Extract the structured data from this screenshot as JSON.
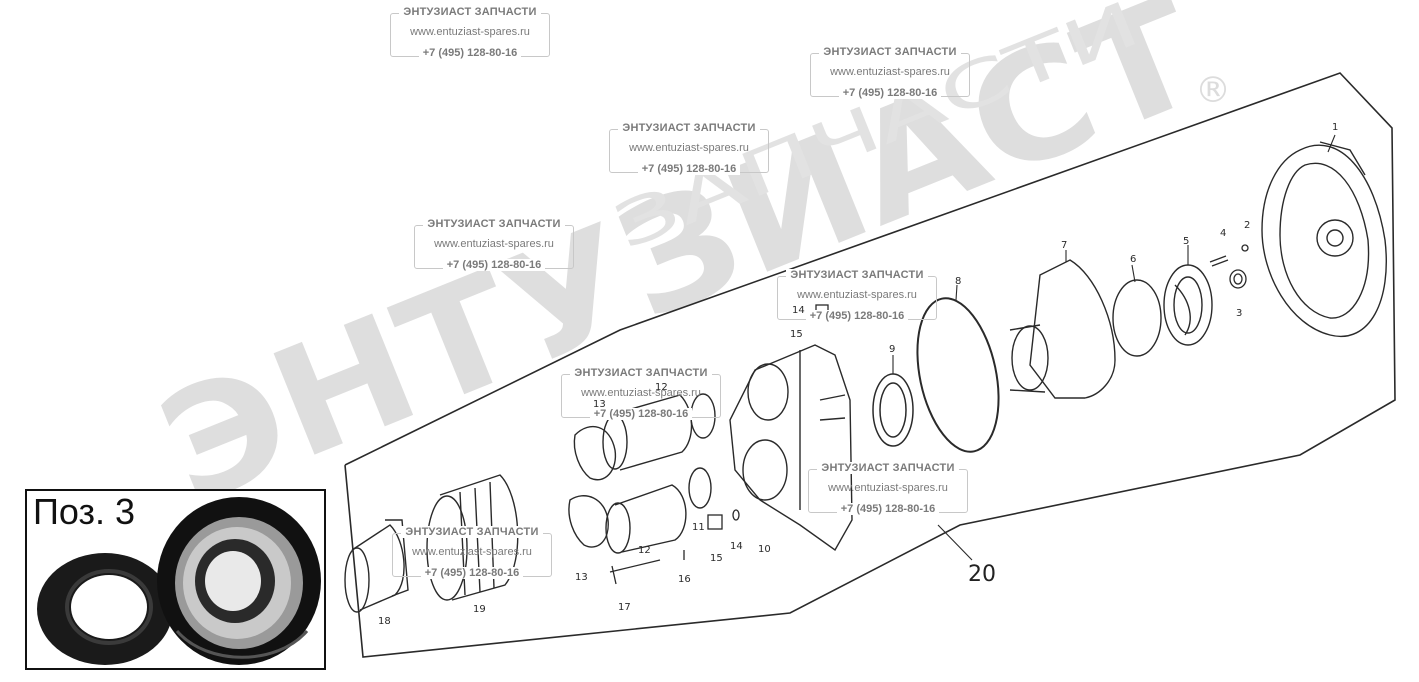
{
  "watermark": {
    "brand_big": "ЭНТУЗИАСТ",
    "brand_small": "ЗАПЧАСТИ",
    "registered": "®",
    "stamp_title": "ЭНТУЗИАСТ ЗАПЧАСТИ",
    "stamp_site": "www.entuziast-spares.ru",
    "stamp_phone": "+7 (495) 128-80-16"
  },
  "inset": {
    "label": "Поз. 3"
  },
  "assembly_label": "20",
  "callouts": [
    "1",
    "2",
    "3",
    "4",
    "5",
    "6",
    "7",
    "8",
    "9",
    "10",
    "11",
    "11",
    "12",
    "12",
    "13",
    "13",
    "14",
    "14",
    "15",
    "15",
    "16",
    "17",
    "18",
    "19"
  ],
  "colors": {
    "line": "#2a2a2a",
    "watermark_gray": "#d9d9d9",
    "stamp_gray": "#7a7a7a"
  }
}
